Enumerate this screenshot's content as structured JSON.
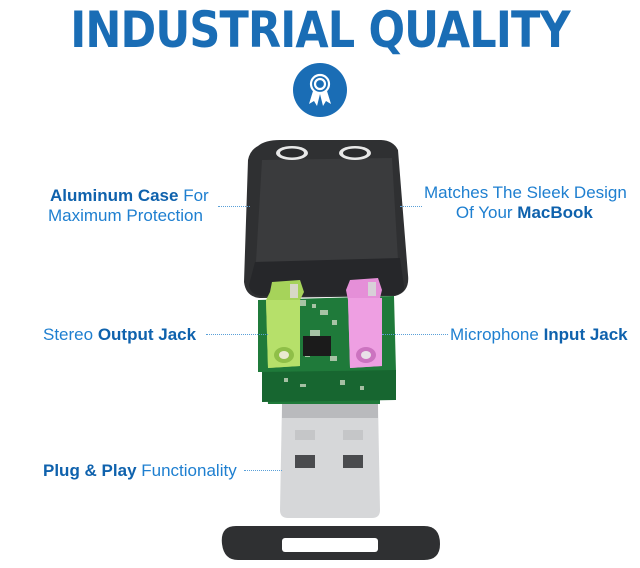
{
  "title": "INDUSTRIAL QUALITY",
  "badge_icon": "award-ribbon-icon",
  "colors": {
    "title": "#1a6db5",
    "label": "#1e7fd0",
    "label_emphasis": "#0f62ad",
    "output_jack": "#a6d35a",
    "input_jack": "#e58fd8",
    "case": "#2e2f31",
    "pcb": "#1f7a3a"
  },
  "callouts": {
    "case": {
      "line1_emph": "Aluminum Case",
      "line1_rest": " For",
      "line2": "Maximum Protection"
    },
    "design": {
      "line1": "Matches The Sleek Design",
      "line2_rest": "Of Your ",
      "line2_emph": "MacBook"
    },
    "output": {
      "pre": "Stereo ",
      "emph": "Output Jack"
    },
    "input": {
      "pre": "Microphone ",
      "emph": "Input Jack"
    },
    "plug": {
      "emph": "Plug & Play",
      "rest": " Functionality"
    }
  }
}
